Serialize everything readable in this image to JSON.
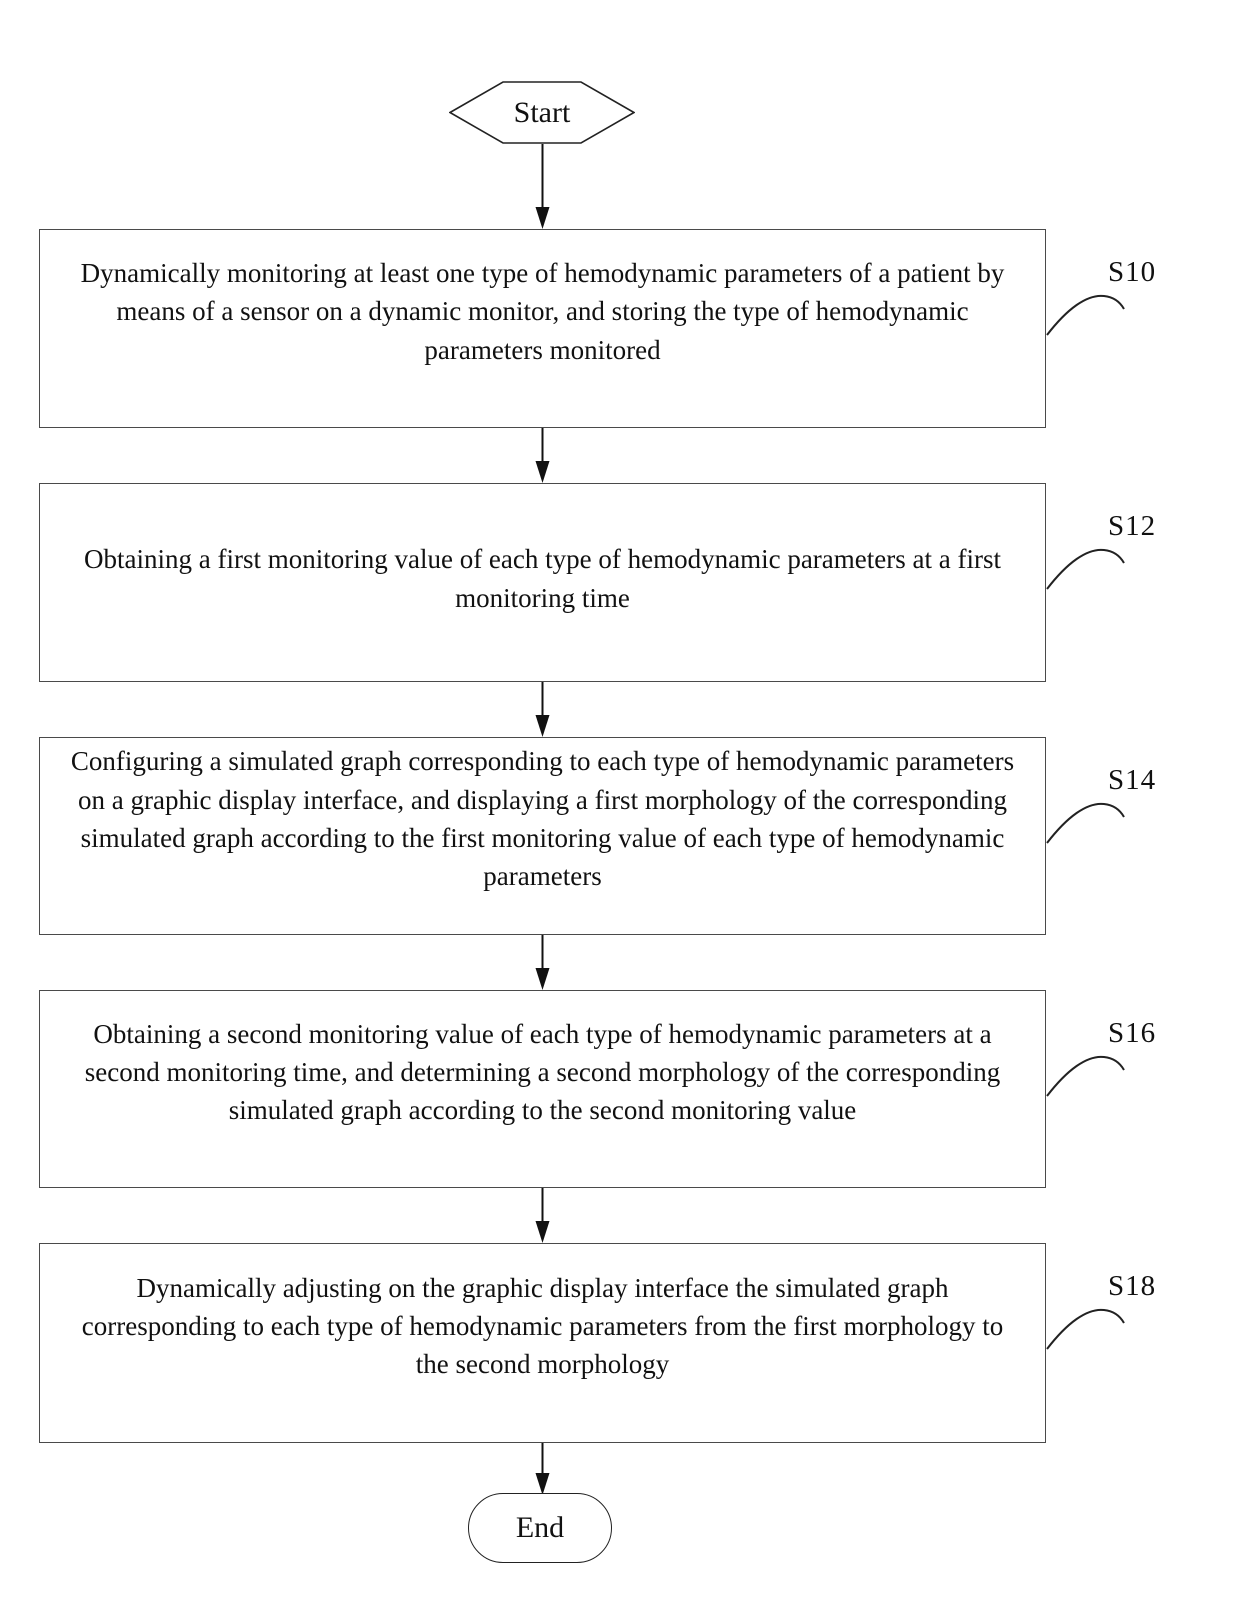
{
  "figure": {
    "start_label": "Start",
    "end_label": "End",
    "steps": [
      {
        "id": "S10",
        "text": "Dynamically monitoring at least one type of hemodynamic parameters of a patient by means of a sensor on a dynamic monitor, and storing the type of hemodynamic parameters monitored"
      },
      {
        "id": "S12",
        "text": "Obtaining a first monitoring value of each type of  hemodynamic parameters at a first monitoring time"
      },
      {
        "id": "S14",
        "text": "Configuring a simulated graph corresponding to each type of  hemodynamic parameters on a graphic display interface, and displaying a first morphology of the corresponding simulated graph according to the first monitoring value of each type of hemodynamic parameters"
      },
      {
        "id": "S16",
        "text": "Obtaining a second monitoring value of each type of  hemodynamic parameters at a second monitoring time, and determining a second morphology of the corresponding simulated graph according to the second monitoring value"
      },
      {
        "id": "S18",
        "text": "Dynamically adjusting on the graphic display interface the simulated graph corresponding to each type of  hemodynamic parameters from the first morphology to the second morphology"
      }
    ],
    "colors": {
      "stroke": "#222222",
      "box_border": "#4a4a4a",
      "background": "#ffffff",
      "text": "#111111"
    }
  }
}
